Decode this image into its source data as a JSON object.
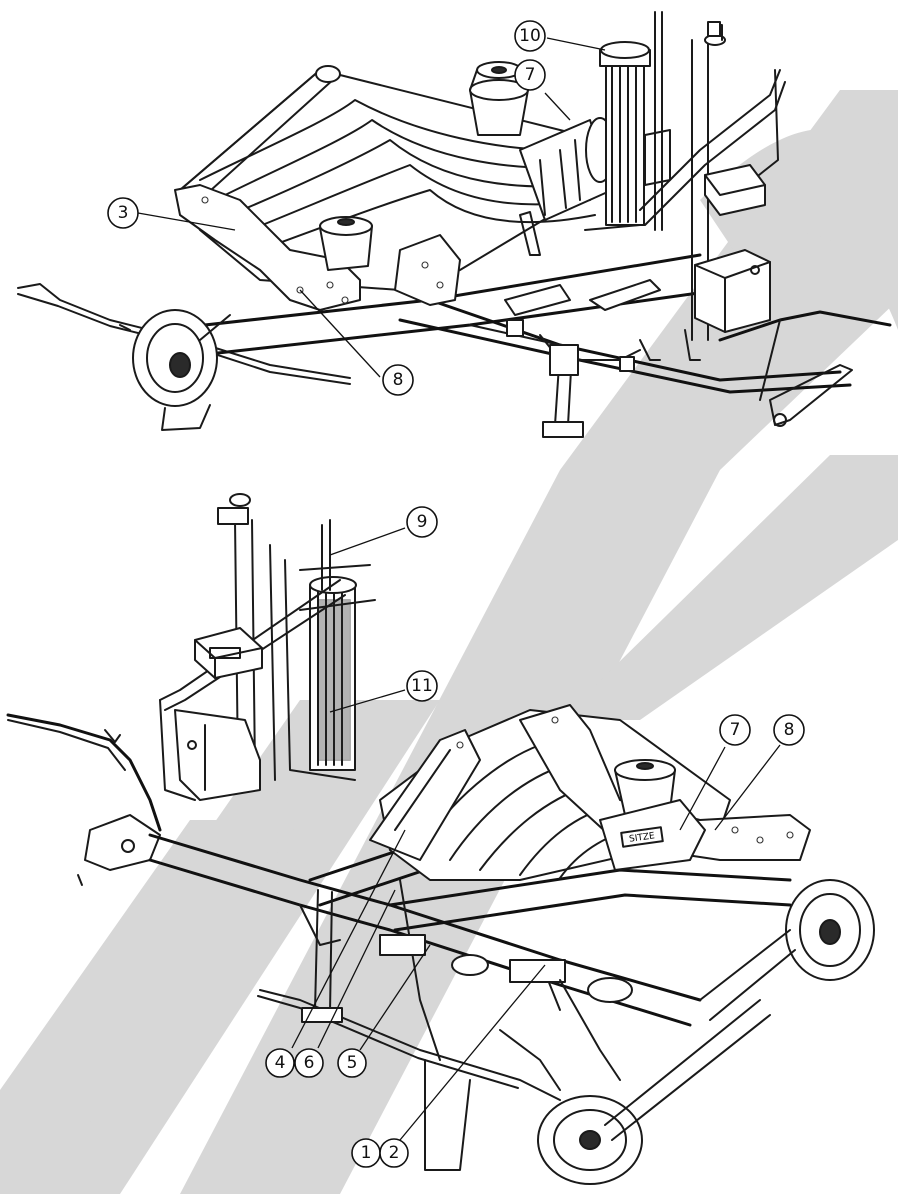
{
  "diagram": {
    "top_view_callouts": [
      {
        "id": "c10",
        "label": "10"
      },
      {
        "id": "c7a",
        "label": "7"
      },
      {
        "id": "c3",
        "label": "3"
      },
      {
        "id": "c8a",
        "label": "8"
      }
    ],
    "bottom_view_callouts": [
      {
        "id": "c9",
        "label": "9"
      },
      {
        "id": "c11",
        "label": "11"
      },
      {
        "id": "c7b",
        "label": "7"
      },
      {
        "id": "c8b",
        "label": "8"
      },
      {
        "id": "c4",
        "label": "4"
      },
      {
        "id": "c6",
        "label": "6"
      },
      {
        "id": "c5",
        "label": "5"
      },
      {
        "id": "c1",
        "label": "1"
      },
      {
        "id": "c2",
        "label": "2"
      }
    ],
    "machine_plate_text": "SITZE"
  }
}
